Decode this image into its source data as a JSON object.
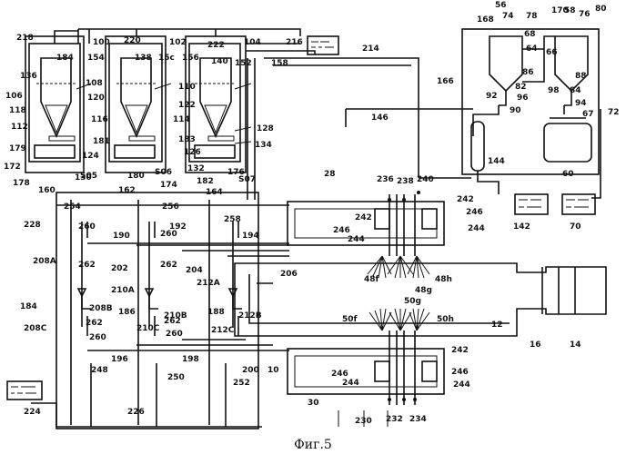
{
  "figure": {
    "caption": "Фиг.5"
  },
  "labels": {
    "l100": "100",
    "l102": "102",
    "l104": "104",
    "l216": "216",
    "l214": "214",
    "l218": "218",
    "l220": "220",
    "l222": "222",
    "l136": "136",
    "l184": "184",
    "l154": "154",
    "l138": "138",
    "l15c": "15c",
    "l156": "156",
    "l140": "140",
    "l152": "152",
    "l158": "158",
    "l106": "106",
    "l118": "118",
    "l112": "112",
    "l179": "179",
    "l172": "172",
    "l178": "178",
    "l160": "160",
    "l108": "108",
    "l120": "120",
    "l116": "116",
    "l181": "181",
    "l124": "124",
    "l180": "180",
    "l110": "110",
    "l122": "122",
    "l114": "114",
    "l183": "183",
    "l126": "126",
    "l176": "176",
    "l182": "182",
    "l164": "164",
    "l128": "128",
    "l134": "134",
    "l130": "130",
    "l132": "132",
    "l174": "174",
    "l162": "162",
    "ls05": "S05",
    "ls06": "S06",
    "ls07": "S07",
    "l166": "166",
    "l146": "146",
    "l144": "144",
    "l142": "142",
    "l70": "70",
    "l60": "60",
    "l67": "67",
    "l72": "72",
    "l90": "90",
    "l92": "92",
    "l96": "96",
    "l94": "94",
    "l168": "168",
    "l56": "56",
    "l74": "74",
    "l78": "78",
    "l64": "64",
    "l68": "68",
    "l86": "86",
    "l170": "170",
    "l58": "58",
    "l76": "76",
    "l80": "80",
    "l66": "66",
    "l88": "88",
    "l84": "84",
    "l98": "98",
    "l82": "82",
    "l28": "28",
    "l236": "236",
    "l238": "238",
    "l240": "240",
    "l242a": "242",
    "l242b": "242",
    "l246a": "246",
    "l246b": "246",
    "l244a": "244",
    "l244b": "244",
    "l48f": "48f",
    "l48g": "48g",
    "l48h": "48h",
    "l206": "206",
    "l190": "190",
    "l192": "192",
    "l194": "194",
    "l228": "228",
    "l254": "254",
    "l260a": "260",
    "l256": "256",
    "l260b": "260",
    "l258": "258",
    "l262a": "262",
    "l202": "202",
    "l262b": "262",
    "l204": "204",
    "l208a": "208A",
    "l210a": "210A",
    "l212a": "212A",
    "l184b": "184",
    "l208b": "208B",
    "l186": "186",
    "l210b": "210B",
    "l188": "188",
    "l212b": "212B",
    "l208c": "208C",
    "l262c": "262",
    "l210c": "210C",
    "l262d": "262",
    "l212c": "212C",
    "l260c": "260",
    "l260d": "260",
    "l196": "196",
    "l198": "198",
    "l200": "200",
    "l10": "10",
    "l50f": "50f",
    "l50g": "50g",
    "l50h": "50h",
    "l12": "12",
    "l16": "16",
    "l14": "14",
    "l248": "248",
    "l250": "250",
    "l252": "252",
    "l224": "224",
    "l226": "226",
    "l30": "30",
    "l230": "230",
    "l232": "232",
    "l234": "234",
    "l242c": "242",
    "l246c": "246",
    "l246d": "246",
    "l244c": "244",
    "l244d": "244"
  }
}
